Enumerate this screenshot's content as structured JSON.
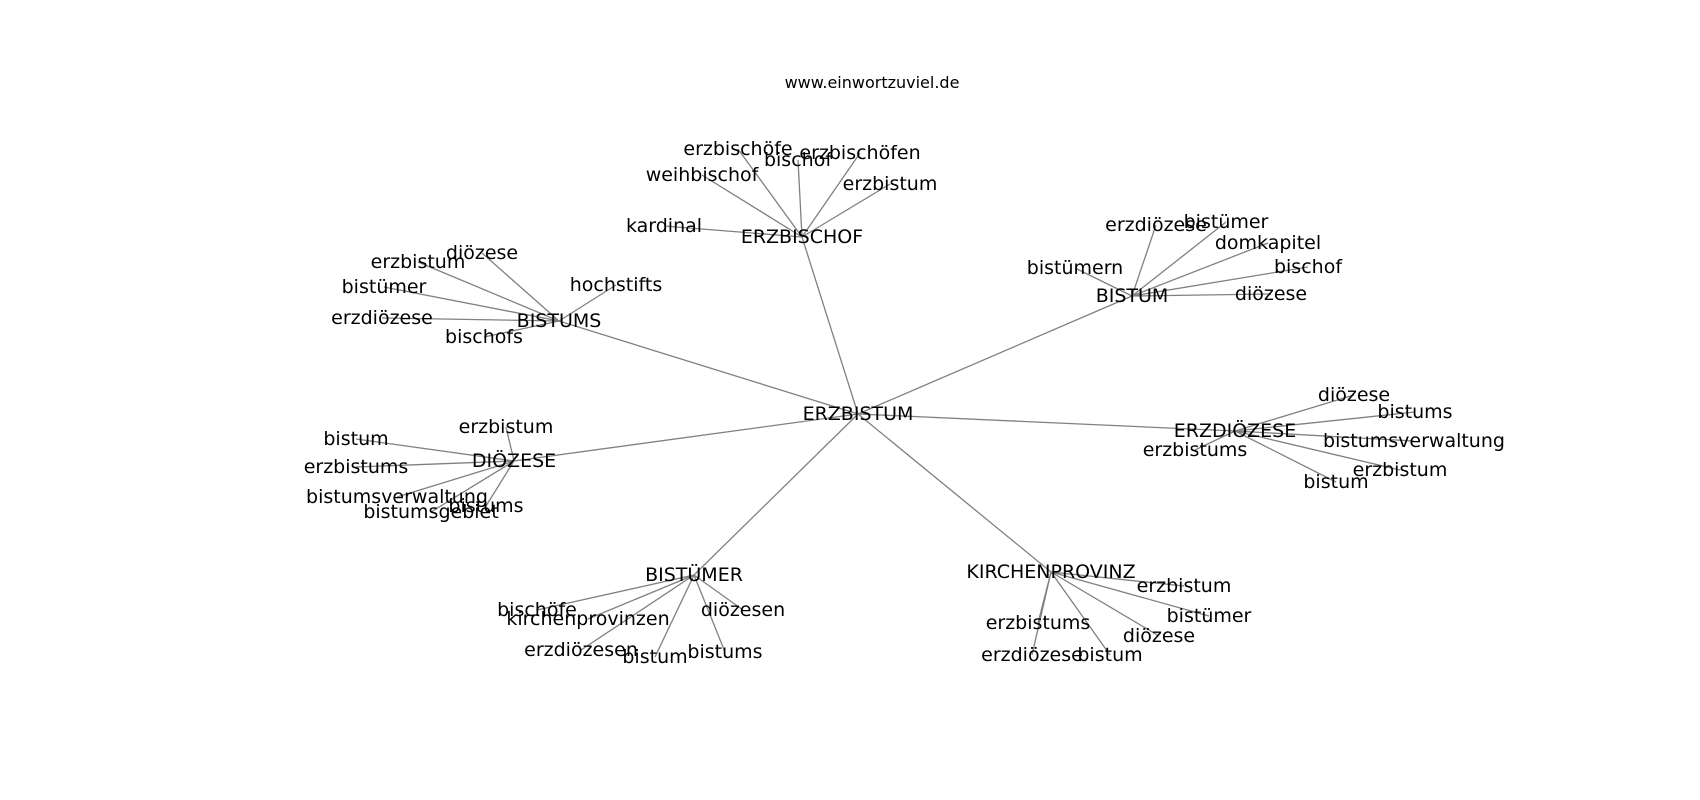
{
  "site_label": "www.einwortzuviel.de",
  "graph": {
    "center": "ERZBISTUM",
    "hubs": [
      {
        "id": "erzbischof",
        "label": "ERZBISCHOF",
        "leaves": [
          "kardinal",
          "weihbischof",
          "erzbischöfe",
          "bischof",
          "erzbischöfen",
          "erzbistum"
        ]
      },
      {
        "id": "bistum",
        "label": "BISTUM",
        "leaves": [
          "bistümern",
          "erzdiözese",
          "bistümer",
          "domkapitel",
          "bischof",
          "diözese"
        ]
      },
      {
        "id": "erzdioezese",
        "label": "ERZDIÖZESE",
        "leaves": [
          "diözese",
          "bistums",
          "bistumsverwaltung",
          "erzbistum",
          "bistum",
          "erzbistums"
        ]
      },
      {
        "id": "kirchenprovinz",
        "label": "KIRCHENPROVINZ",
        "leaves": [
          "erzbistum",
          "bistümer",
          "diözese",
          "bistum",
          "erzdiözese",
          "erzbistums"
        ]
      },
      {
        "id": "bistuemer",
        "label": "BISTÜMER",
        "leaves": [
          "diözesen",
          "bistums",
          "bistum",
          "erzdiözesen",
          "kirchenprovinzen",
          "bischöfe"
        ]
      },
      {
        "id": "dioezese",
        "label": "DIÖZESE",
        "leaves": [
          "erzbistum",
          "bistum",
          "erzbistums",
          "bistumsverwaltung",
          "bistumsgebiet",
          "bistums"
        ]
      },
      {
        "id": "bistums",
        "label": "BISTUMS",
        "leaves": [
          "hochstifts",
          "diözese",
          "erzbistum",
          "bistümer",
          "erzdiözese",
          "bischofs"
        ]
      }
    ]
  }
}
